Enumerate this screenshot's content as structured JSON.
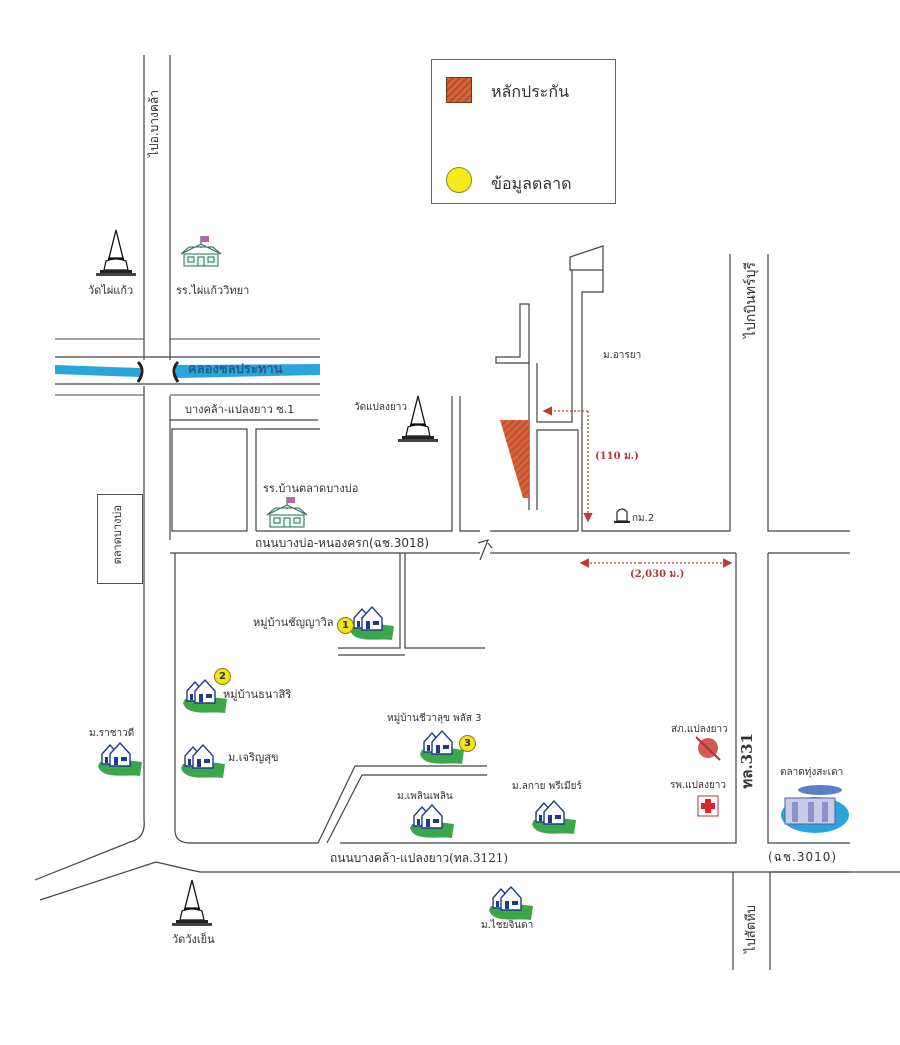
{
  "legend": {
    "collateral_label": "หลักประกัน",
    "market_data_label": "ข้อมูลตลาด",
    "collateral_color": "#d7633a",
    "market_data_color": "#f4ec1a"
  },
  "roads": {
    "to_bang_khla": "ไปอ.บางคล้า",
    "to_phanom_sarakham": "ไปกบินทร์บุรี",
    "canal": "คลองชลประทาน",
    "soi1": "บางคล้า-แปลงยาว ซ.1",
    "bangbo_nongkhrok": "ถนนบางบ่อ-หนองครก(ฉช.3018)",
    "bangkhla_plaengyao": "ถนนบางคล้า-แปลงยาว(ทล.3121)",
    "route_331": "ทล.331",
    "route_3010": "(ฉช.3010)",
    "to_sattahip": "ไปสัตหีบ"
  },
  "places": {
    "wat_phai_kaeo": "วัดไผ่แก้ว",
    "school_phai_kaeo": "รร.ไผ่แก้ววิทยา",
    "wat_plaeng_yao": "วัดแปลงยาว",
    "school_ban_talat": "รร.บ้านตลาดบางบ่อ",
    "talat_bang_bo": "ตลาดบางบ่อ",
    "moo_araya": "ม.อารยา",
    "km2": "กม.2",
    "chanya_ville": "หมู่บ้านชัญญาวิล",
    "thanasiri": "หมู่บ้านธนาสิริ",
    "rachawadee": "ม.ราชาวดี",
    "charoensuk": "ม.เจริญสุข",
    "cheewalux": "หมู่บ้านชีวาลุข พลัส 3",
    "ploenploen": "ม.เพลินเพลิน",
    "lakai_premier": "ม.ลกาย พรีเมียร์",
    "post_office": "สภ.แปลงยาว",
    "hospital": "รพ.แปลงยาว",
    "talat_thung_sa_thao": "ตลาดทุ่งสะเดา",
    "wat_wang_yen": "วัดวังเย็น",
    "chai_chinda": "ม.ไชยจินดา"
  },
  "markers": [
    "1",
    "2",
    "3"
  ],
  "distances": {
    "short": "(110 ม.)",
    "long": "(2,030 ม.)"
  },
  "colors": {
    "canal": "#2aa4dc",
    "distance": "#c0392b",
    "house_green": "#3aa84a",
    "house_blue": "#1f3a8a"
  }
}
